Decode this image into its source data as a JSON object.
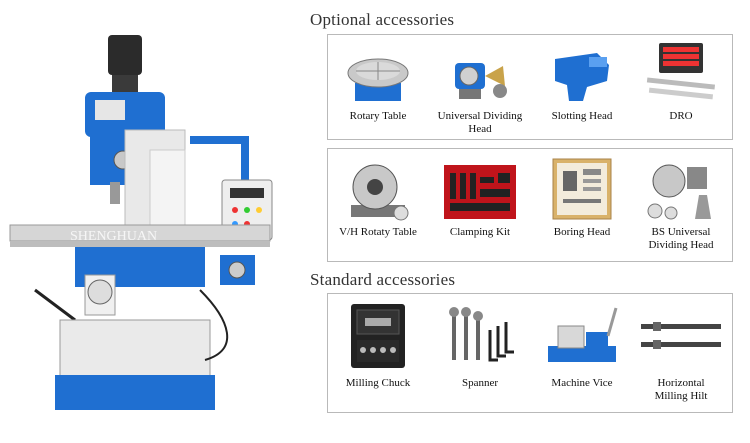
{
  "machine": {
    "watermark": "SHENGHUAN"
  },
  "optional": {
    "title": "Optional accessories",
    "items": [
      {
        "label": "Rotary Table",
        "icon": "rotary-table-icon"
      },
      {
        "label": "Universal Dividing\nHead",
        "icon": "dividing-head-icon"
      },
      {
        "label": "Slotting Head",
        "icon": "slotting-head-icon"
      },
      {
        "label": "DRO",
        "icon": "dro-icon"
      },
      {
        "label": "V/H Rotaty Table",
        "icon": "vh-rotary-table-icon"
      },
      {
        "label": "Clamping Kit",
        "icon": "clamping-kit-icon"
      },
      {
        "label": "Boring Head",
        "icon": "boring-head-icon"
      },
      {
        "label": "BS Universal\nDividing Head",
        "icon": "bs-dividing-head-icon"
      }
    ]
  },
  "standard": {
    "title": "Standard accessories",
    "items": [
      {
        "label": "Milling Chuck",
        "icon": "milling-chuck-icon"
      },
      {
        "label": "Spanner",
        "icon": "spanner-icon"
      },
      {
        "label": "Machine Vice",
        "icon": "machine-vice-icon"
      },
      {
        "label": "Horizontal\nMilling Hilt",
        "icon": "milling-hilt-icon"
      }
    ]
  },
  "colors": {
    "machine_blue": "#1f6fd1",
    "border": "#b9b9b9",
    "red": "#c0141b"
  }
}
